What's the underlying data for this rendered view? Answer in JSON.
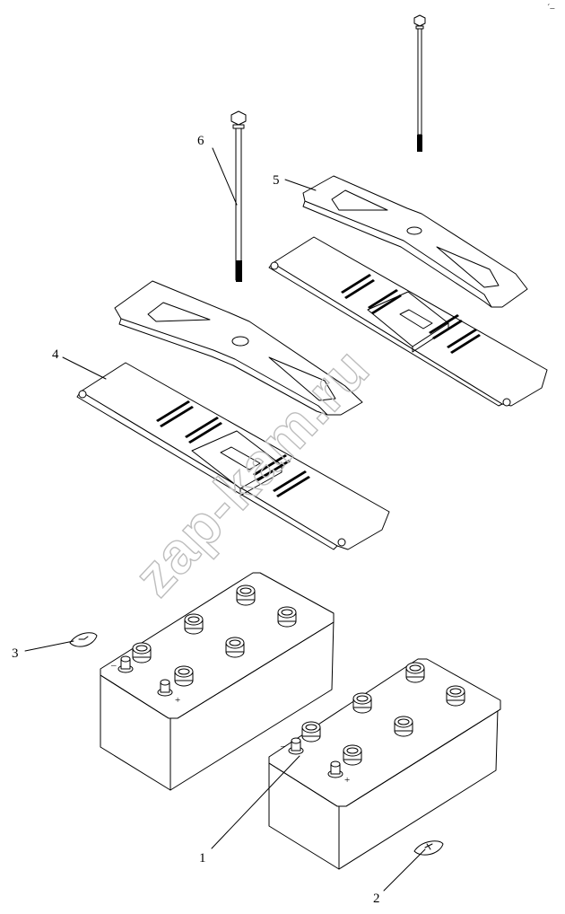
{
  "callouts": [
    {
      "id": "1",
      "label": "1"
    },
    {
      "id": "2",
      "label": "2"
    },
    {
      "id": "3",
      "label": "3"
    },
    {
      "id": "4",
      "label": "4"
    },
    {
      "id": "5",
      "label": "5"
    },
    {
      "id": "6",
      "label": "6"
    }
  ],
  "watermark": "zap-kam.ru",
  "corner_mark": "´–",
  "cap_symbols": {
    "minus": "–",
    "plus": "+"
  }
}
